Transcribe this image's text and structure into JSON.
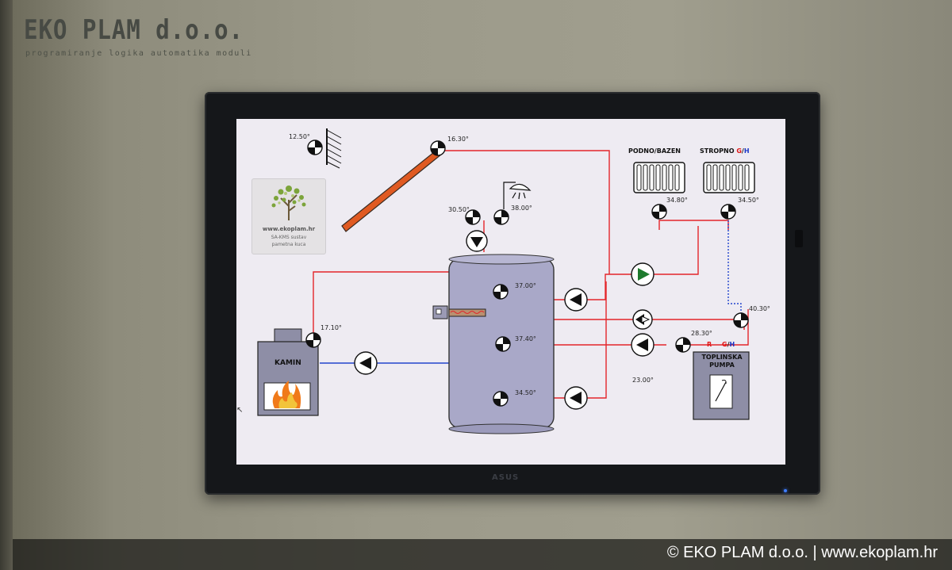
{
  "brand": {
    "title": "EKO PLAM d.o.o.",
    "subtitle": "programiranje logika automatika moduli"
  },
  "monitor": {
    "brand": "ASUS"
  },
  "logo": {
    "url": "www.ekoplam.hr",
    "line2": "SA-KMS sustav",
    "line3": "pametna kuca"
  },
  "temperatures": {
    "outdoor": "12.50°",
    "collector": "16.30°",
    "dhw_left": "30.50°",
    "dhw_right": "38.00°",
    "tank_top": "37.00°",
    "tank_mid": "37.40°",
    "tank_bottom": "34.50°",
    "kamin": "17.10°",
    "podno": "34.80°",
    "stropno": "34.50°",
    "hp_supply": "40.30°",
    "hp_return": "28.30°",
    "hp_other": "23.00°"
  },
  "labels": {
    "podno": "PODNO/BAZEN",
    "stropno": "STROPNO",
    "stropno_g": "G",
    "stropno_slash": "/",
    "stropno_h": "H",
    "kamin": "KAMIN",
    "heatpump_line1": "TOPLINSKA",
    "heatpump_line2": "PUMPA",
    "r": "R",
    "gh_g": "G",
    "gh_slash": "/",
    "gh_h": "H"
  },
  "colors": {
    "pipe_hot": "#e4252a",
    "pipe_cold": "#2244cc",
    "collector": "#e05a22",
    "tank": "#a9a8c8",
    "equipment": "#8e8ea6"
  },
  "footer": {
    "text": "© EKO PLAM d.o.o. | www.ekoplam.hr"
  }
}
